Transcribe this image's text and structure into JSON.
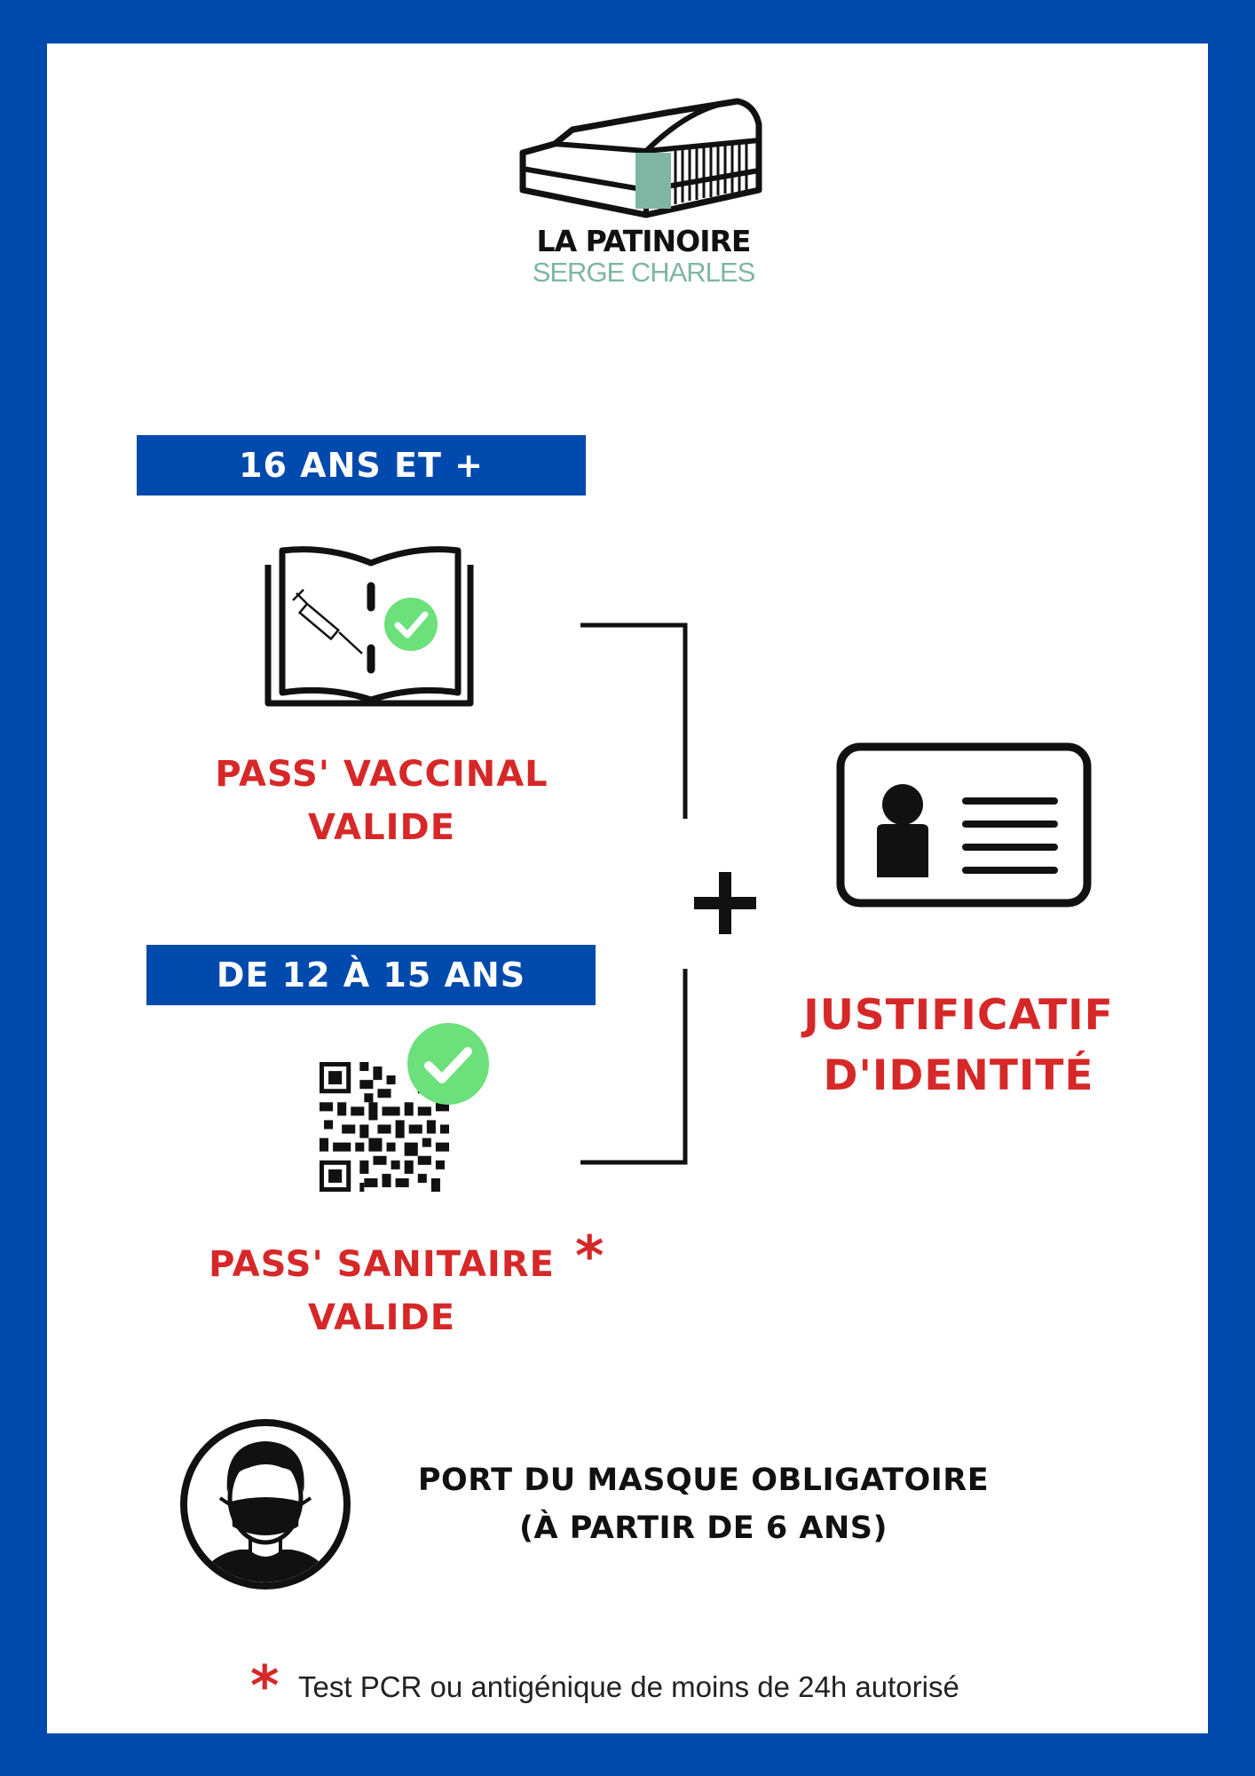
{
  "logo": {
    "title": "LA PATINOIRE",
    "subtitle": "SERGE CHARLES"
  },
  "section_16": {
    "banner": "16 ANS ET +",
    "pass_line1": "PASS' VACCINAL",
    "pass_line2": "VALIDE"
  },
  "section_12": {
    "banner": "DE 12 À 15 ANS",
    "pass_line1": "PASS' SANITAIRE",
    "pass_line2": "VALIDE",
    "asterisk": "*"
  },
  "plus_sign": "+",
  "identity": {
    "line1": "JUSTIFICATIF",
    "line2": "D'IDENTITÉ"
  },
  "mask": {
    "line1": "PORT DU MASQUE OBLIGATOIRE",
    "line2": "(À PARTIR DE 6 ANS)"
  },
  "footnote": {
    "asterisk": "*",
    "text": "Test PCR ou antigénique de moins de 24h autorisé"
  },
  "colors": {
    "blue": "#004aad",
    "red": "#d62828",
    "green": "#6ce07a",
    "teal": "#7fb6a3"
  }
}
